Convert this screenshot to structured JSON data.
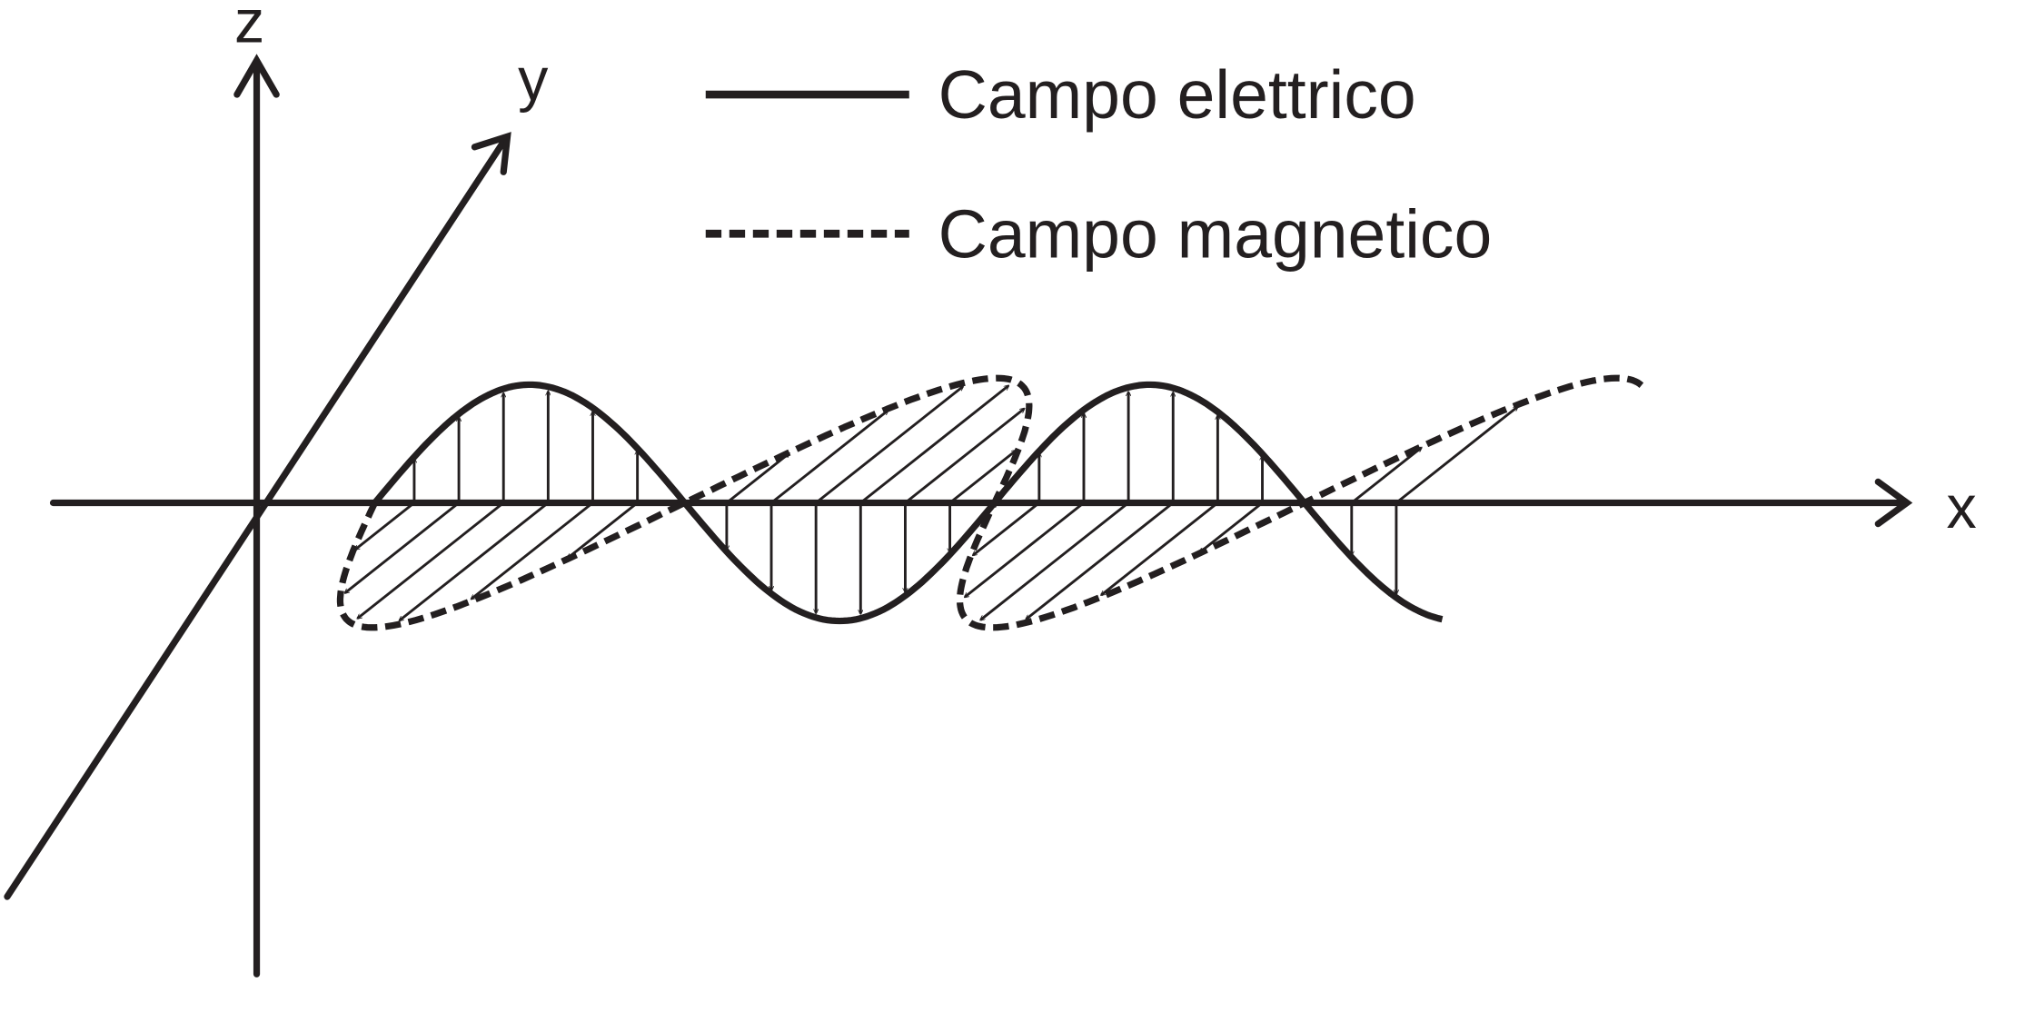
{
  "axes": {
    "x_label": "x",
    "y_label": "y",
    "z_label": "z"
  },
  "legend": {
    "items": [
      {
        "label": "Campo elettrico",
        "line_style": "solid"
      },
      {
        "label": "Campo magnetico",
        "line_style": "dashed"
      }
    ]
  },
  "colors": {
    "ink": "#231f20",
    "background": "#ffffff"
  }
}
